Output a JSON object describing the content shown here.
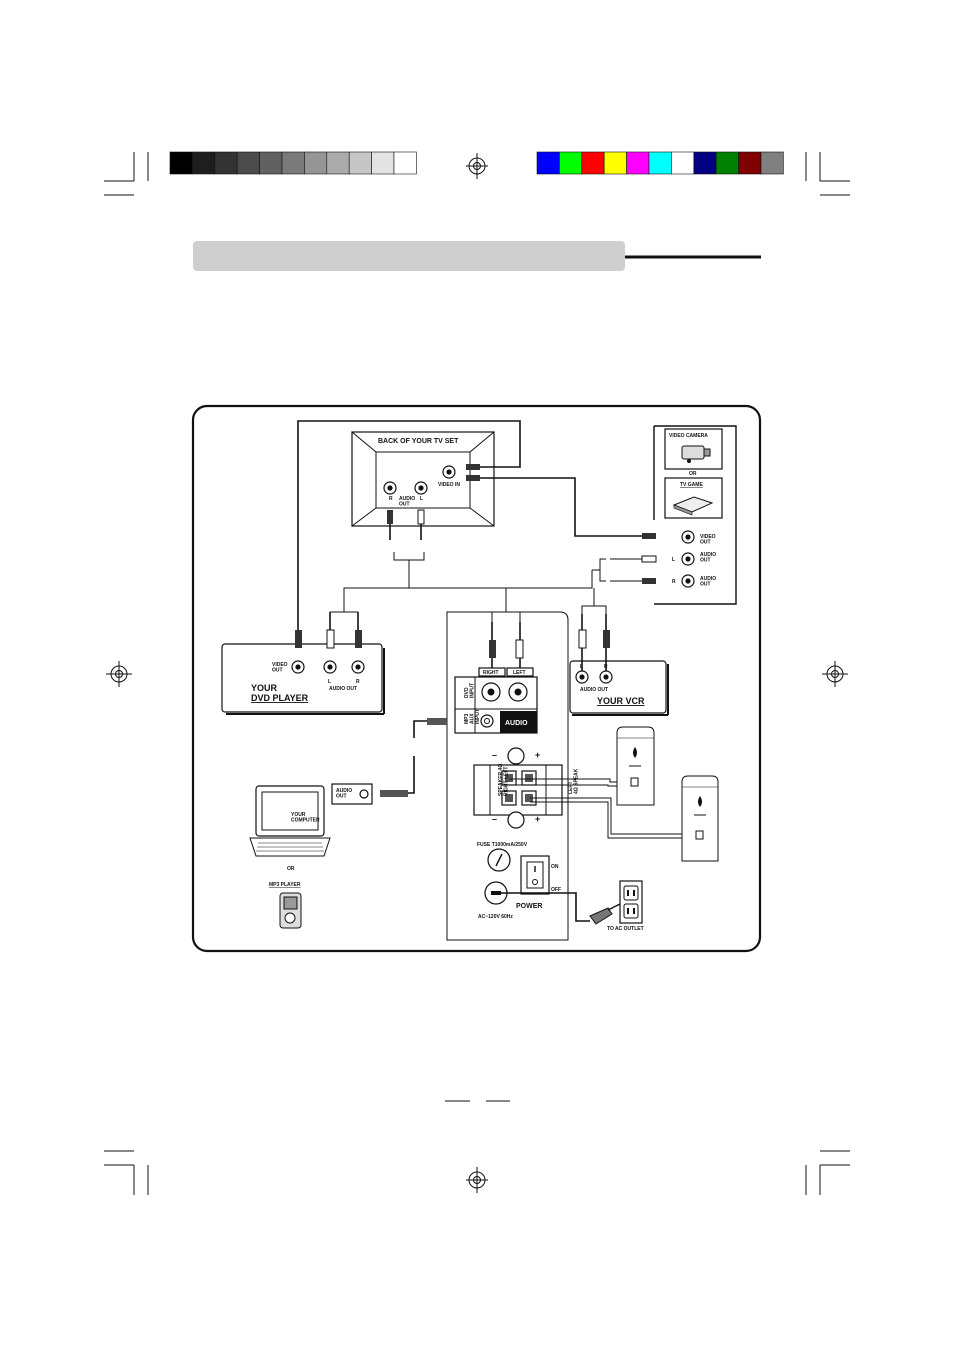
{
  "color_bars": {
    "grays": [
      "#000000",
      "#1e1e1e",
      "#333333",
      "#4b4b4b",
      "#616161",
      "#7a7a7a",
      "#959595",
      "#ababab",
      "#c6c6c6",
      "#e3e3e3",
      "#ffffff"
    ],
    "colors": [
      "#0000ff",
      "#00ff00",
      "#ff0000",
      "#ffff00",
      "#ff00ff",
      "#00ffff",
      "#ffffff",
      "#000080",
      "#008000",
      "#800000",
      "#808080"
    ]
  },
  "diagram": {
    "tv": {
      "title": "BACK OF YOUR TV SET",
      "r": "R",
      "l": "L",
      "audio_out": "AUDIO\nOUT",
      "video_in": "VIDEO IN"
    },
    "camera_panel": {
      "video_camera": "VIDEO CAMERA",
      "or": "OR",
      "tv_game": "TV GAME",
      "video_out": "VIDEO\nOUT",
      "l": "L",
      "r": "R",
      "audio_out_1": "AUDIO\nOUT",
      "audio_out_2": "AUDIO\nOUT"
    },
    "dvd": {
      "video_out": "VIDEO\nOUT",
      "l": "L",
      "r": "R",
      "audio_out": "AUDIO OUT",
      "title_1": "YOUR",
      "title_2": "DVD PLAYER"
    },
    "vcr": {
      "l": "L",
      "r": "R",
      "audio_out": "AUDIO OUT",
      "title": "YOUR VCR"
    },
    "unit": {
      "right": "RIGHT",
      "left": "LEFT",
      "dvd_input": "DVD\nINPUT",
      "mp3_aux": "MP3\nAUX\nINPUT",
      "audio": "AUDIO",
      "speaker_right": "SPEAKER 4Ω\nRIGHT  LEFT",
      "speaker_left": "LEFT\n4Ω SPEAK",
      "fuse": "FUSE T1000mA/250V",
      "on": "ON",
      "off": "OFF",
      "power": "POWER",
      "ac": "AC~120V 60Hz",
      "to_ac": "TO AC OUTLET"
    },
    "computer": {
      "audio_out": "AUDIO\nOUT",
      "label": "YOUR\nCOMPUTER",
      "or": "OR",
      "mp3": "MP3 PLAYER"
    }
  }
}
